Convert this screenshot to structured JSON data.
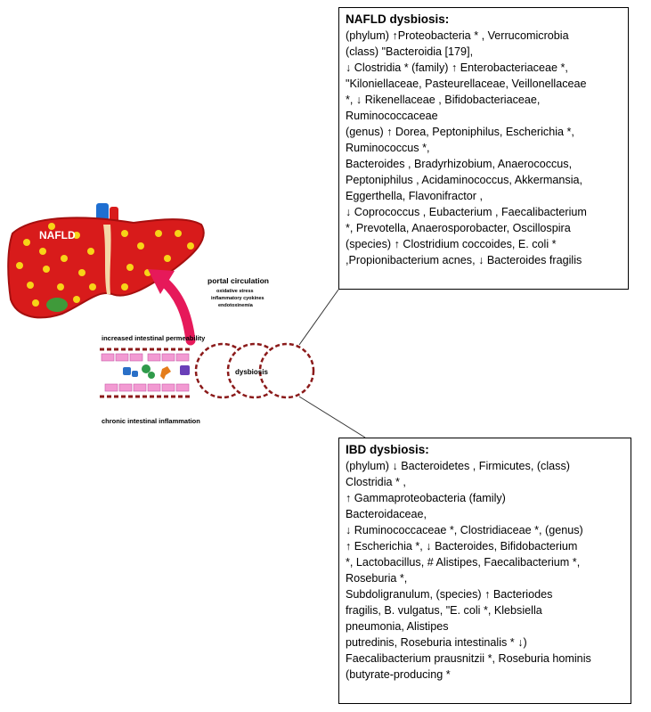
{
  "nafld_box": {
    "title": "NAFLD dysbiosis:",
    "lines": [
      "(phylum) ↑Proteobacteria * , Verrucomicrobia",
      "(class) \"Bacteroidia [179],",
      "↓ Clostridia * (family) ↑ Enterobacteriaceae *,",
      "\"Kiloniellaceae, Pasteurellaceae, Veillonellaceae",
      "*, ↓ Rikenellaceae , Bifidobacteriaceae,",
      "Ruminococcaceae",
      "(genus) ↑ Dorea, Peptoniphilus,  Escherichia *,",
      "Ruminococcus *,",
      "Bacteroides , Bradyrhizobium, Anaerococcus,",
      "Peptoniphilus  , Acidaminococcus, Akkermansia,",
      "Eggerthella, Flavonifractor ,",
      "↓ Coprococcus , Eubacterium , Faecalibacterium",
      "*, Prevotella, Anaerosporobacter, Oscillospira",
      "(species) ↑ Clostridium coccoides, E. coli *",
      ",Propionibacterium acnes, ↓ Bacteroides fragilis"
    ]
  },
  "ibd_box": {
    "title": "IBD dysbiosis:",
    "lines": [
      "(phylum) ↓ Bacteroidetes , Firmicutes, (class)",
      "Clostridia * ,",
      "↑ Gammaproteobacteria (family)",
      "Bacteroidaceae,",
      "↓ Ruminococcaceae *, Clostridiaceae *, (genus)",
      "↑ Escherichia *, ↓ Bacteroides, Bifidobacterium",
      "*, Lactobacillus, # Alistipes,  Faecalibacterium *,",
      "Roseburia *,",
      "Subdoligranulum,  (species) ↑ Bacteriodes",
      "fragilis, B. vulgatus, \"E. coli *, Klebsiella",
      "pneumonia,  Alistipes",
      "putredinis, Roseburia intestinalis * ↓)",
      "Faecalibacterium prausnitzii *, Roseburia hominis",
      "(butyrate-producing *"
    ]
  },
  "diagram": {
    "liver_label": "NAFLD",
    "portal_title": "portal circulation",
    "portal_lines": [
      "oxidative stress",
      "inflammatory cyokines",
      "endotoxinemia"
    ],
    "permeability_label": "increased intestinal permeability",
    "dysbiosis_label": "dysbiosis",
    "inflammation_label": "chronic intestinal inflammation"
  },
  "colors": {
    "liver_red": "#d81b1b",
    "liver_dark": "#a50f0f",
    "spot_yellow": "#f7d417",
    "vessel_blue": "#1f6fd1",
    "duct_cream": "#f4d8a8",
    "gallbladder_green": "#3f9a3a",
    "arrow_pink": "#e6195a",
    "cell_pink": "#f29ad2",
    "dash_red": "#8b1a1a"
  }
}
